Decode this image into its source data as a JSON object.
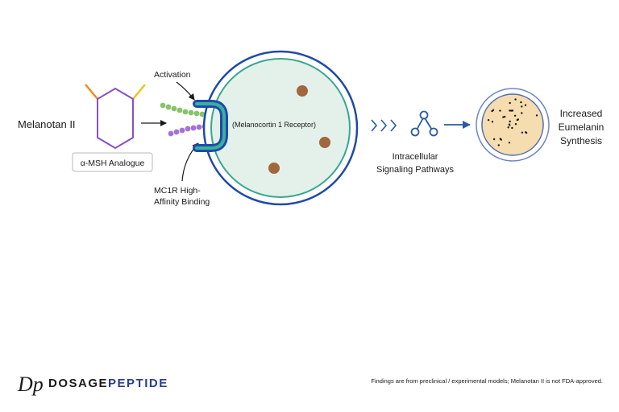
{
  "diagram": {
    "compound_label": "Melanotan II",
    "analogue_label": "α-MSH Analogue",
    "activation_label": "Activation",
    "binding_label_line1": "MC1R High-",
    "binding_label_line2": "Affinity Binding",
    "receptor_label": "(Melanocortin 1 Receptor)",
    "signaling_label_line1": "Intracellular",
    "signaling_label_line2": "Signaling Pathways",
    "outcome_label_line1": "Increased",
    "outcome_label_line2": "Eumelanin",
    "outcome_label_line3": "Synthesis"
  },
  "footer": {
    "logo_mark": "Dp",
    "brand_first": "DOSAGE",
    "brand_second": "PEPTIDE",
    "disclaimer": "Findings are from preclinical / experimental models; Melanotan II is not FDA-approved."
  },
  "colors": {
    "hexagon": "#8a4fc7",
    "hexagon_branch_left": "#f08a24",
    "hexagon_branch_right": "#f2c21b",
    "cell_outer": "#1f4aa8",
    "cell_inner": "#3aa68f",
    "cell_fill": "#e3f1ea",
    "granule": "#a0683c",
    "receptor_dark": "#1f4aa8",
    "receptor_light": "#3ab0a0",
    "green_beads": "#86c46a",
    "purple_beads": "#a472d6",
    "arrow_blue": "#2c5aa0",
    "melanocyte_fill": "#f6ddb0",
    "melanocyte_ring": "#6c87c2"
  }
}
